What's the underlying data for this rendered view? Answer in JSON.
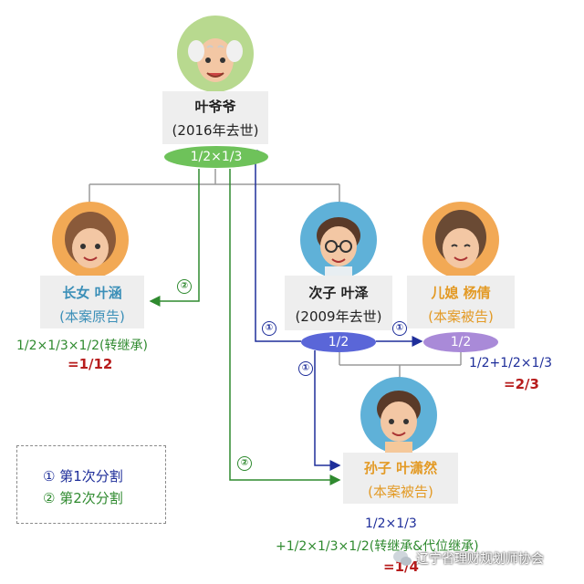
{
  "colors": {
    "green": "#2f8a2f",
    "blue": "#1e2e9a",
    "orange": "#e39a25",
    "teal": "#3b8fb8",
    "red": "#b71c1c",
    "ellipse_green": "#6ec25a",
    "ellipse_blue": "#5a66d8",
    "ellipse_purple": "#a98ad8",
    "box_gray": "#eeeeee"
  },
  "grandpa": {
    "name": "叶爷爷",
    "status": "(2016年去世)",
    "share_label": "1/2×1/3",
    "icon": "grandpa-avatar-icon"
  },
  "daughter": {
    "name": "长女  叶涵",
    "role": "(本案原告)",
    "calc": "1/2×1/3×1/2(转继承)",
    "result": "=1/12",
    "icon": "daughter-avatar-icon"
  },
  "son": {
    "name": "次子  叶泽",
    "status": "(2009年去世)",
    "share_label": "1/2",
    "icon": "son-avatar-icon"
  },
  "daughter_in_law": {
    "name": "儿媳  杨倩",
    "role": "(本案被告)",
    "share_label": "1/2",
    "calc": "1/2+1/2×1/3",
    "result": "=2/3",
    "icon": "daughter-in-law-avatar-icon"
  },
  "grandson": {
    "name": "孙子  叶潇然",
    "role": "(本案被告)",
    "calc_line1": "1/2×1/3",
    "calc_line2": "+1/2×1/3×1/2(转继承&代位继承)",
    "result": "=1/4",
    "icon": "grandson-avatar-icon"
  },
  "markers": {
    "first": "①",
    "second": "②"
  },
  "legend": {
    "first_label": "第1次分割",
    "second_label": "第2次分割"
  },
  "watermark": {
    "text": "辽宁省理财规划师协会",
    "icon": "wechat-logo-icon"
  }
}
